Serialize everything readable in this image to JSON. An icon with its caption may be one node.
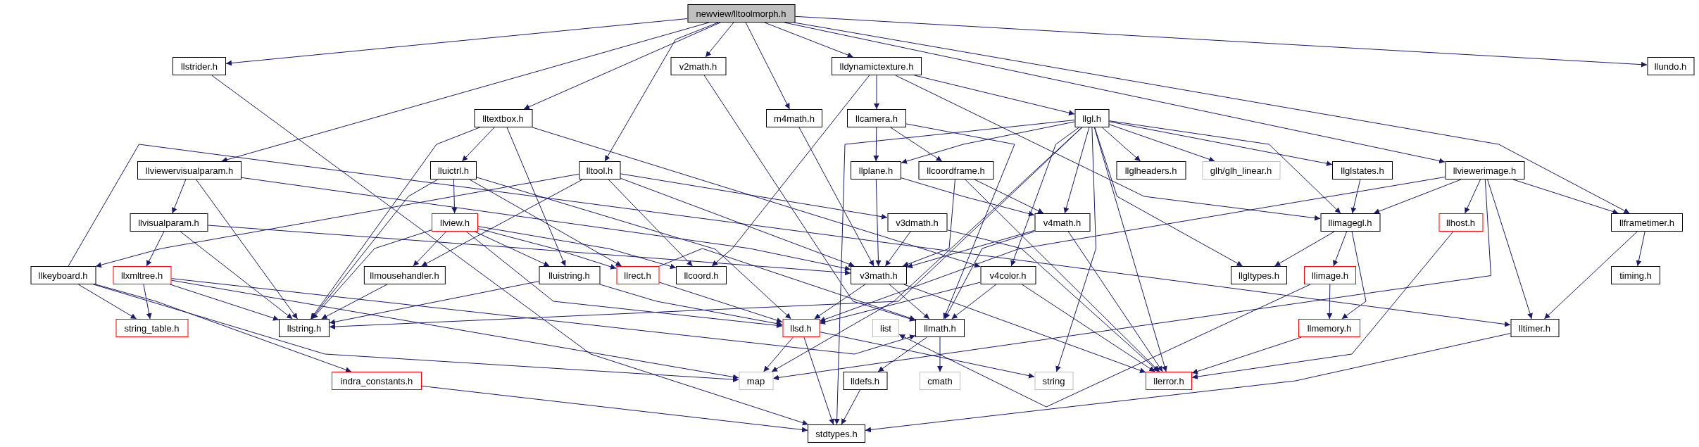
{
  "diagram": {
    "nodes": [
      {
        "text": [
          "newview/lltoolmorph.h"
        ]
      },
      {
        "text": [
          "llstrider.h"
        ]
      },
      {
        "text": [
          "v2math.h"
        ]
      },
      {
        "text": [
          "lldynamictexture.h"
        ]
      },
      {
        "text": [
          "llundo.h"
        ]
      },
      {
        "text": [
          "lltextbox.h"
        ]
      },
      {
        "text": [
          "m4math.h"
        ]
      },
      {
        "text": [
          "llcamera.h"
        ]
      },
      {
        "text": [
          "llgl.h"
        ]
      },
      {
        "text": [
          "llviewervisualparam.h"
        ]
      },
      {
        "text": [
          "lluictrl.h"
        ]
      },
      {
        "text": [
          "lltool.h"
        ]
      },
      {
        "text": [
          "llplane.h"
        ]
      },
      {
        "text": [
          "llcoordframe.h"
        ]
      },
      {
        "text": [
          "llglheaders.h"
        ]
      },
      {
        "text": [
          "glh/glh_linear.h"
        ]
      },
      {
        "text": [
          "llglstates.h"
        ]
      },
      {
        "text": [
          "llviewerimage.h"
        ]
      },
      {
        "text": [
          "llvisualparam.h"
        ]
      },
      {
        "text": [
          "llview.h"
        ]
      },
      {
        "text": [
          "v3dmath.h"
        ]
      },
      {
        "text": [
          "v4math.h"
        ]
      },
      {
        "text": [
          "llimagegl.h"
        ]
      },
      {
        "text": [
          "llhost.h"
        ]
      },
      {
        "text": [
          "llframetimer.h"
        ]
      },
      {
        "text": [
          "llkeyboard.h"
        ]
      },
      {
        "text": [
          "llxmltree.h"
        ]
      },
      {
        "text": [
          "llmousehandler.h"
        ]
      },
      {
        "text": [
          "lluistring.h"
        ]
      },
      {
        "text": [
          "llrect.h"
        ]
      },
      {
        "text": [
          "llcoord.h"
        ]
      },
      {
        "text": [
          "v3math.h"
        ]
      },
      {
        "text": [
          "v4color.h"
        ]
      },
      {
        "text": [
          "llgltypes.h"
        ]
      },
      {
        "text": [
          "llimage.h"
        ]
      },
      {
        "text": [
          "timing.h"
        ]
      },
      {
        "text": [
          "string_table.h"
        ]
      },
      {
        "text": [
          "llstring.h"
        ]
      },
      {
        "text": [
          "llsd.h"
        ]
      },
      {
        "text": [
          "list"
        ]
      },
      {
        "text": [
          "llmath.h"
        ]
      },
      {
        "text": [
          "llmemory.h"
        ]
      },
      {
        "text": [
          "lltimer.h"
        ]
      },
      {
        "text": [
          "indra_constants.h"
        ]
      },
      {
        "text": [
          "map"
        ]
      },
      {
        "text": [
          "lldefs.h"
        ]
      },
      {
        "text": [
          "cmath"
        ]
      },
      {
        "text": [
          "string"
        ]
      },
      {
        "text": [
          "llerror.h"
        ]
      },
      {
        "text": [
          "stdtypes.h"
        ]
      }
    ],
    "edges": [
      {
        "from": 0,
        "to": 1,
        "arrow": "to"
      },
      {
        "from": 0,
        "to": 2,
        "arrow": "to"
      },
      {
        "from": 0,
        "to": 3,
        "arrow": "to"
      },
      {
        "from": 0,
        "to": 4,
        "arrow": "to"
      },
      {
        "from": 0,
        "to": 5,
        "arrow": "to"
      },
      {
        "from": 0,
        "to": 6,
        "arrow": "to"
      },
      {
        "from": 0,
        "to": 9,
        "arrow": "to"
      },
      {
        "from": 0,
        "to": 11,
        "arrow": "to"
      },
      {
        "from": 0,
        "to": 17,
        "arrow": "to"
      },
      {
        "from": 0,
        "to": 24,
        "arrow": "to"
      },
      {
        "from": 1,
        "to": 49,
        "arrow": "to"
      },
      {
        "from": 2,
        "to": 40,
        "arrow": "to"
      },
      {
        "from": 3,
        "to": 7,
        "arrow": "to"
      },
      {
        "from": 3,
        "to": 8,
        "arrow": "to"
      },
      {
        "from": 3,
        "to": 30,
        "arrow": "to"
      },
      {
        "from": 3,
        "to": 22,
        "arrow": "to"
      },
      {
        "from": 5,
        "to": 10,
        "arrow": "to"
      },
      {
        "from": 5,
        "to": 37,
        "arrow": "to"
      },
      {
        "from": 5,
        "to": 28,
        "arrow": "to"
      },
      {
        "from": 5,
        "to": 32,
        "arrow": "to"
      },
      {
        "from": 6,
        "to": 31,
        "arrow": "to"
      },
      {
        "from": 7,
        "to": 12,
        "arrow": "to"
      },
      {
        "from": 7,
        "to": 13,
        "arrow": "to"
      },
      {
        "from": 7,
        "to": 40,
        "arrow": "to"
      },
      {
        "from": 8,
        "to": 37,
        "arrow": "to"
      },
      {
        "from": 8,
        "to": 12,
        "arrow": "to"
      },
      {
        "from": 8,
        "to": 21,
        "arrow": "to"
      },
      {
        "from": 8,
        "to": 14,
        "arrow": "to"
      },
      {
        "from": 8,
        "to": 15,
        "arrow": "to"
      },
      {
        "from": 8,
        "to": 16,
        "arrow": "to"
      },
      {
        "from": 8,
        "to": 33,
        "arrow": "to"
      },
      {
        "from": 8,
        "to": 32,
        "arrow": "to"
      },
      {
        "from": 8,
        "to": 44,
        "arrow": "to"
      },
      {
        "from": 8,
        "to": 47,
        "arrow": "to"
      },
      {
        "from": 8,
        "to": 48,
        "arrow": "to"
      },
      {
        "from": 8,
        "to": 49,
        "arrow": "to"
      },
      {
        "from": 8,
        "to": 22,
        "arrow": "to"
      },
      {
        "from": 9,
        "to": 18,
        "arrow": "to"
      },
      {
        "from": 9,
        "to": 37,
        "arrow": "to"
      },
      {
        "from": 9,
        "to": 31,
        "arrow": "to"
      },
      {
        "from": 10,
        "to": 19,
        "arrow": "to"
      },
      {
        "from": 10,
        "to": 29,
        "arrow": "to"
      },
      {
        "from": 10,
        "to": 37,
        "arrow": "to"
      },
      {
        "from": 10,
        "to": 38,
        "arrow": "to"
      },
      {
        "from": 11,
        "to": 25,
        "arrow": "to"
      },
      {
        "from": 11,
        "to": 27,
        "arrow": "to"
      },
      {
        "from": 11,
        "to": 30,
        "arrow": "to"
      },
      {
        "from": 11,
        "to": 31,
        "arrow": "to"
      },
      {
        "from": 11,
        "to": 20,
        "arrow": "to"
      },
      {
        "from": 12,
        "to": 31,
        "arrow": "to"
      },
      {
        "from": 12,
        "to": 21,
        "arrow": "to"
      },
      {
        "from": 13,
        "to": 31,
        "arrow": "to"
      },
      {
        "from": 13,
        "to": 21,
        "arrow": "to"
      },
      {
        "from": 13,
        "to": 48,
        "arrow": "to"
      },
      {
        "from": 16,
        "to": 22,
        "arrow": "to"
      },
      {
        "from": 17,
        "to": 22,
        "arrow": "to"
      },
      {
        "from": 17,
        "to": 23,
        "arrow": "to"
      },
      {
        "from": 17,
        "to": 24,
        "arrow": "to"
      },
      {
        "from": 17,
        "to": 42,
        "arrow": "to"
      },
      {
        "from": 17,
        "to": 44,
        "arrow": "to"
      },
      {
        "from": 17,
        "to": 38,
        "arrow": "to"
      },
      {
        "from": 18,
        "to": 26,
        "arrow": "to"
      },
      {
        "from": 18,
        "to": 37,
        "arrow": "to"
      },
      {
        "from": 18,
        "to": 31,
        "arrow": "to"
      },
      {
        "from": 19,
        "to": 27,
        "arrow": "to"
      },
      {
        "from": 19,
        "to": 28,
        "arrow": "to"
      },
      {
        "from": 19,
        "to": 29,
        "arrow": "to"
      },
      {
        "from": 19,
        "to": 30,
        "arrow": "to"
      },
      {
        "from": 19,
        "to": 37,
        "arrow": "to"
      },
      {
        "from": 19,
        "to": 38,
        "arrow": "to"
      },
      {
        "from": 20,
        "to": 31,
        "arrow": "to"
      },
      {
        "from": 20,
        "to": 48,
        "arrow": "to"
      },
      {
        "from": 21,
        "to": 31,
        "arrow": "to"
      },
      {
        "from": 21,
        "to": 40,
        "arrow": "to"
      },
      {
        "from": 21,
        "to": 48,
        "arrow": "to"
      },
      {
        "from": 22,
        "to": 33,
        "arrow": "to"
      },
      {
        "from": 22,
        "to": 34,
        "arrow": "to"
      },
      {
        "from": 22,
        "to": 41,
        "arrow": "to"
      },
      {
        "from": 23,
        "to": 48,
        "arrow": "to"
      },
      {
        "from": 24,
        "to": 35,
        "arrow": "to"
      },
      {
        "from": 24,
        "to": 42,
        "arrow": "to"
      },
      {
        "from": 25,
        "to": 36,
        "arrow": "to"
      },
      {
        "from": 25,
        "to": 43,
        "arrow": "to"
      },
      {
        "from": 25,
        "to": 44,
        "arrow": "to"
      },
      {
        "from": 25,
        "to": 42,
        "arrow": "to"
      },
      {
        "from": 26,
        "to": 36,
        "arrow": "to"
      },
      {
        "from": 26,
        "to": 37,
        "arrow": "to"
      },
      {
        "from": 26,
        "to": 40,
        "arrow": "to"
      },
      {
        "from": 26,
        "to": 44,
        "arrow": "to"
      },
      {
        "from": 27,
        "to": 37,
        "arrow": "to"
      },
      {
        "from": 28,
        "to": 37,
        "arrow": "to"
      },
      {
        "from": 28,
        "to": 38,
        "arrow": "to"
      },
      {
        "from": 29,
        "to": 38,
        "arrow": "to"
      },
      {
        "from": 29,
        "to": 40,
        "arrow": "to"
      },
      {
        "from": 31,
        "to": 38,
        "arrow": "to"
      },
      {
        "from": 31,
        "to": 40,
        "arrow": "to"
      },
      {
        "from": 31,
        "to": 48,
        "arrow": "to"
      },
      {
        "from": 32,
        "to": 38,
        "arrow": "to"
      },
      {
        "from": 32,
        "to": 40,
        "arrow": "to"
      },
      {
        "from": 32,
        "to": 48,
        "arrow": "to"
      },
      {
        "from": 34,
        "to": 41,
        "arrow": "to"
      },
      {
        "from": 34,
        "to": 39,
        "arrow": "to"
      },
      {
        "from": 38,
        "to": 44,
        "arrow": "to"
      },
      {
        "from": 38,
        "to": 49,
        "arrow": "to"
      },
      {
        "from": 38,
        "to": 47,
        "arrow": "to"
      },
      {
        "from": 40,
        "to": 45,
        "arrow": "to"
      },
      {
        "from": 40,
        "to": 46,
        "arrow": "to"
      },
      {
        "from": 41,
        "to": 48,
        "arrow": "to"
      },
      {
        "from": 42,
        "to": 49,
        "arrow": "to"
      },
      {
        "from": 43,
        "to": 49,
        "arrow": "to"
      },
      {
        "from": 45,
        "to": 49,
        "arrow": "to"
      }
    ]
  }
}
